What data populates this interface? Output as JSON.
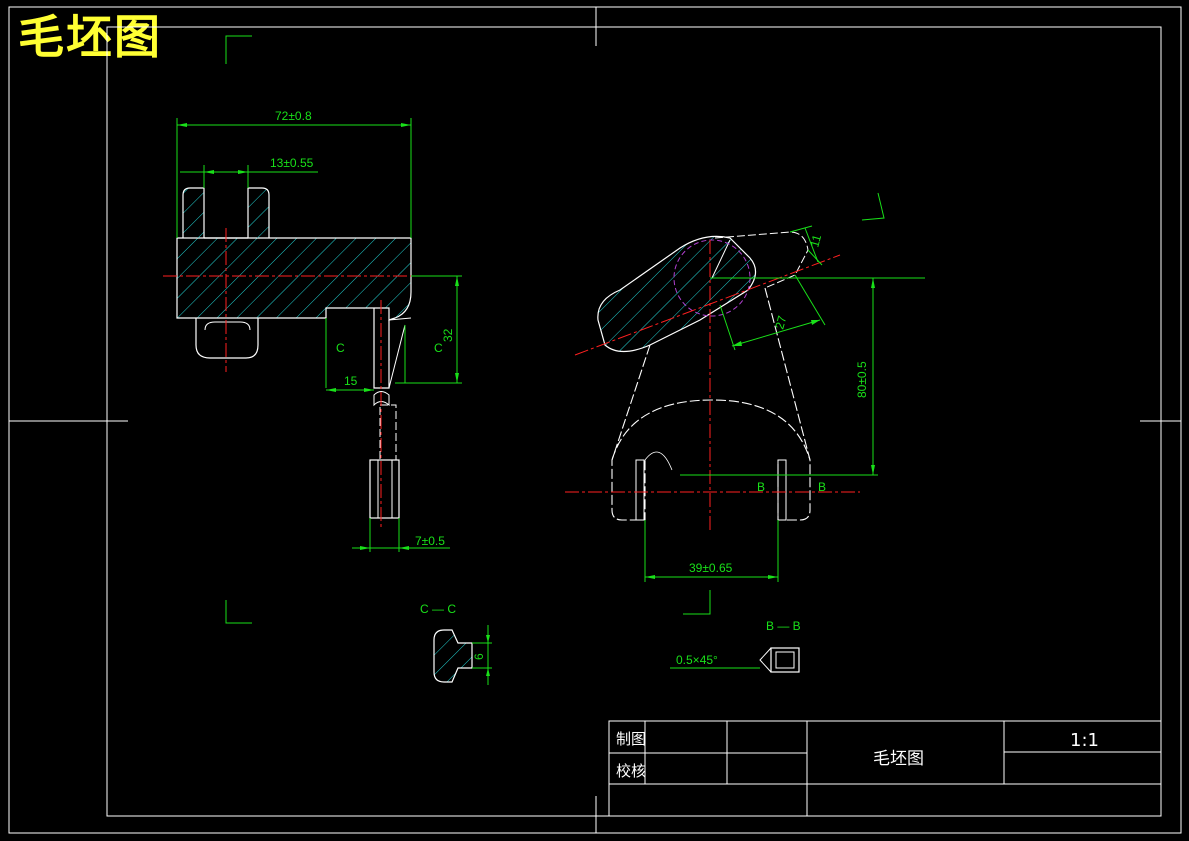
{
  "title": "毛坯图",
  "dimensions": {
    "width_total": "72±0.8",
    "slot_width": "13±0.55",
    "height_32": "32",
    "width_15": "15",
    "thickness": "7±0.5",
    "fork_height": "80±0.5",
    "fork_span": "39±0.65",
    "arm_len": "27",
    "arm_thk": "11",
    "chamfer": "0.5×45°",
    "section_height": "6"
  },
  "section_marks": {
    "c_left": "C",
    "c_right": "C",
    "b_left": "B",
    "b_right": "B",
    "section_cc": "C — C",
    "section_bb": "B — B"
  },
  "title_block": {
    "drawn_by": "制图",
    "checked_by": "校核",
    "drawing_name": "毛坯图",
    "scale": "1:1"
  }
}
